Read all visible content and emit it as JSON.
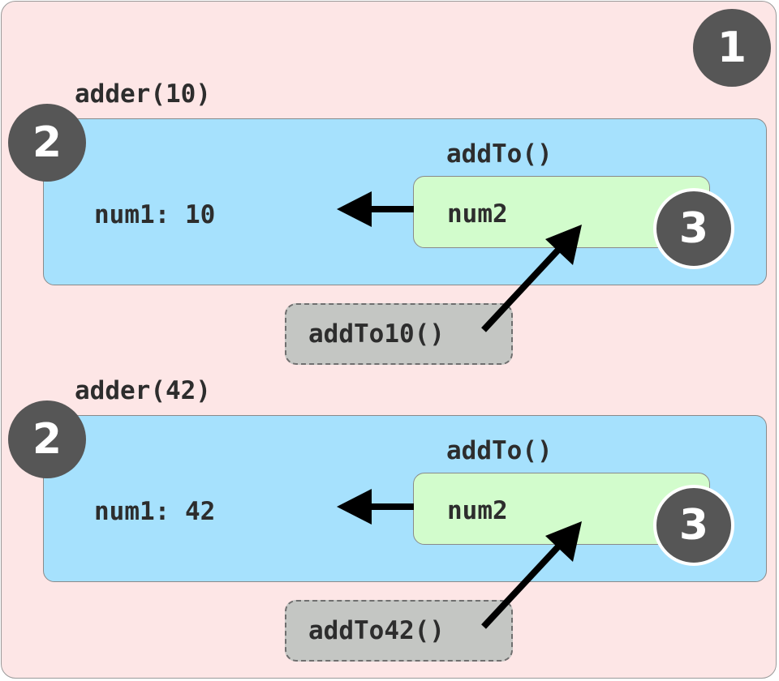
{
  "badges": {
    "outer": "1",
    "closure": "2",
    "inner": "3"
  },
  "scopes": [
    {
      "call_label": "adder(10)",
      "inner_function_label": "addTo()",
      "variable_label": "num1: 10",
      "inner_variable_label": "num2",
      "reference_label": "addTo10()"
    },
    {
      "call_label": "adder(42)",
      "inner_function_label": "addTo()",
      "variable_label": "num1: 42",
      "inner_variable_label": "num2",
      "reference_label": "addTo42()"
    }
  ],
  "colors": {
    "outer_scope": "#fde6e6",
    "adder_scope": "#a6e1fd",
    "addTo_scope": "#d2fccc",
    "reference_box": "#c4c6c3",
    "badge": "#565656",
    "arrow": "#000000"
  }
}
